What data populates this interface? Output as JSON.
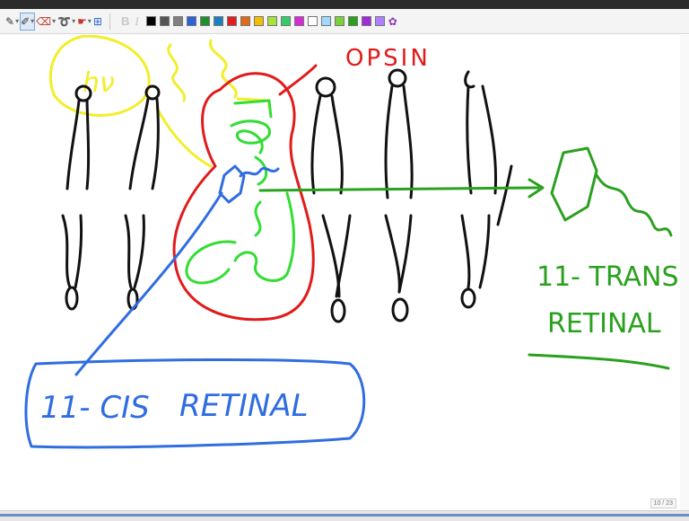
{
  "toolbar": {
    "tools": [
      {
        "name": "pen-icon",
        "glyph": "✎"
      },
      {
        "name": "highlighter-icon",
        "glyph": "✐"
      },
      {
        "name": "eraser-icon",
        "glyph": "⌫"
      },
      {
        "name": "lasso-icon",
        "glyph": "➰"
      },
      {
        "name": "pointer-icon",
        "glyph": "☛"
      },
      {
        "name": "insert-space-icon",
        "glyph": "⊞"
      }
    ],
    "bold_label": "B",
    "italic_label": "I",
    "colors": [
      "#000000",
      "#555555",
      "#808080",
      "#2b63d9",
      "#1e8f2e",
      "#1d7fbf",
      "#e02020",
      "#e06a1a",
      "#f0c000",
      "#a6e33c",
      "#33cc66",
      "#d62ad6",
      "#ffffff",
      "#a0d8ff",
      "#7ad23b",
      "#2aa11e",
      "#a02bd8",
      "#b080ff"
    ],
    "palette_icon": "palette-icon"
  },
  "page_indicator": "10 / 23",
  "ink": {
    "opsin_label": "OPSIN",
    "hv_label": "hν",
    "cis_label_1": "11- CIS",
    "cis_label_2": "RETINAL",
    "trans_label_1": "11- TRANS",
    "trans_label_2": "RETINAL",
    "colors": {
      "black": "#111111",
      "yellow": "#f2ee2a",
      "red": "#e11b1b",
      "green": "#2aa11e",
      "bright_green": "#33dd33",
      "blue": "#2f6de0"
    }
  }
}
